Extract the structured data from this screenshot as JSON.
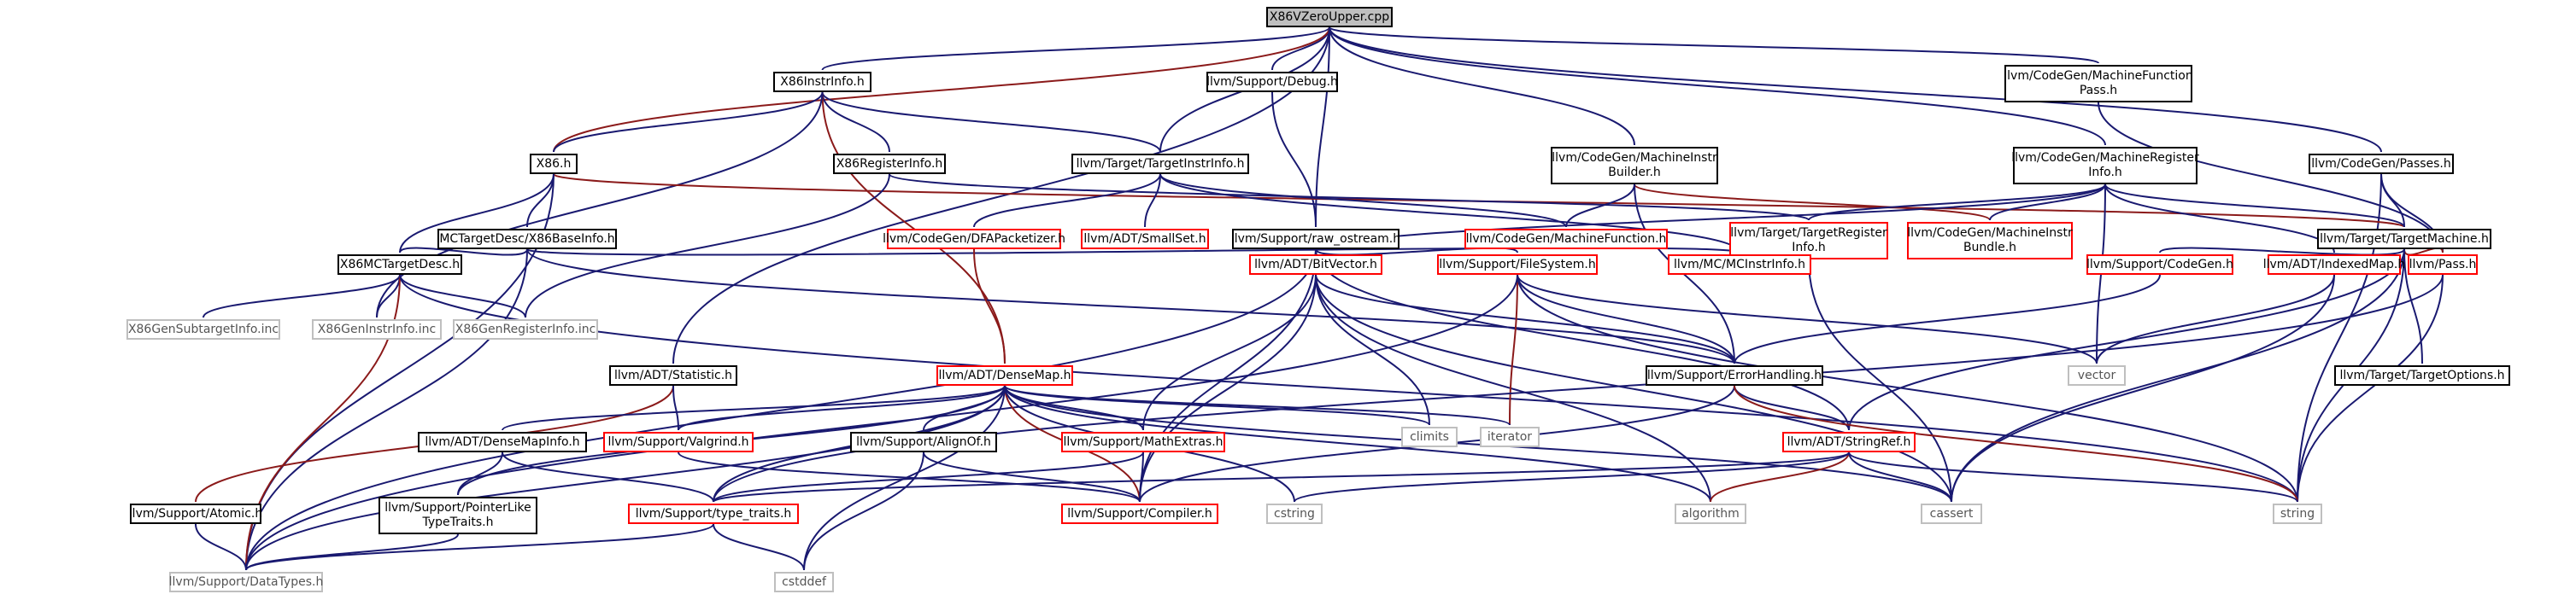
{
  "diagram": {
    "nodes": [
      {
        "id": "root",
        "label": "X86VZeroUpper.cpp",
        "style": "root"
      },
      {
        "id": "x86instrinfo",
        "label": "X86InstrInfo.h",
        "style": "black"
      },
      {
        "id": "debug",
        "label": "llvm/Support/Debug.h",
        "style": "black"
      },
      {
        "id": "mfpass",
        "label": "llvm/CodeGen/MachineFunction\nPass.h",
        "style": "black"
      },
      {
        "id": "passes",
        "label": "llvm/CodeGen/Passes.h",
        "style": "black"
      },
      {
        "id": "x86h",
        "label": "X86.h",
        "style": "black"
      },
      {
        "id": "x86reginfo",
        "label": "X86RegisterInfo.h",
        "style": "black"
      },
      {
        "id": "tii",
        "label": "llvm/Target/TargetInstrInfo.h",
        "style": "black"
      },
      {
        "id": "mib",
        "label": "llvm/CodeGen/MachineInstr\nBuilder.h",
        "style": "black"
      },
      {
        "id": "mri",
        "label": "llvm/CodeGen/MachineRegister\nInfo.h",
        "style": "black"
      },
      {
        "id": "tm",
        "label": "llvm/Target/TargetMachine.h",
        "style": "black"
      },
      {
        "id": "x86baseinfo",
        "label": "MCTargetDesc/X86BaseInfo.h",
        "style": "black"
      },
      {
        "id": "dfa",
        "label": "llvm/CodeGen/DFAPacketizer.h",
        "style": "red"
      },
      {
        "id": "smallset",
        "label": "llvm/ADT/SmallSet.h",
        "style": "red"
      },
      {
        "id": "rawos",
        "label": "llvm/Support/raw_ostream.h",
        "style": "black"
      },
      {
        "id": "mf",
        "label": "llvm/CodeGen/MachineFunction.h",
        "style": "red"
      },
      {
        "id": "tri",
        "label": "llvm/Target/TargetRegister\nInfo.h",
        "style": "red"
      },
      {
        "id": "mibundle",
        "label": "llvm/CodeGen/MachineInstr\nBundle.h",
        "style": "red"
      },
      {
        "id": "x86mcdesc",
        "label": "X86MCTargetDesc.h",
        "style": "black"
      },
      {
        "id": "bitvector",
        "label": "llvm/ADT/BitVector.h",
        "style": "red"
      },
      {
        "id": "filesystem",
        "label": "llvm/Support/FileSystem.h",
        "style": "red"
      },
      {
        "id": "mcinstrinfo",
        "label": "llvm/MC/MCInstrInfo.h",
        "style": "red"
      },
      {
        "id": "codegen",
        "label": "llvm/Support/CodeGen.h",
        "style": "red"
      },
      {
        "id": "indexedmap",
        "label": "llvm/ADT/IndexedMap.h",
        "style": "red"
      },
      {
        "id": "pass",
        "label": "llvm/Pass.h",
        "style": "red"
      },
      {
        "id": "subtargetinc",
        "label": "X86GenSubtargetInfo.inc",
        "style": "gray"
      },
      {
        "id": "instrinc",
        "label": "X86GenInstrInfo.inc",
        "style": "gray"
      },
      {
        "id": "reginc",
        "label": "X86GenRegisterInfo.inc",
        "style": "gray"
      },
      {
        "id": "statistic",
        "label": "llvm/ADT/Statistic.h",
        "style": "black"
      },
      {
        "id": "densemap",
        "label": "llvm/ADT/DenseMap.h",
        "style": "red"
      },
      {
        "id": "errhandling",
        "label": "llvm/Support/ErrorHandling.h",
        "style": "black"
      },
      {
        "id": "vector",
        "label": "vector",
        "style": "gray"
      },
      {
        "id": "targetoptions",
        "label": "llvm/Target/TargetOptions.h",
        "style": "black"
      },
      {
        "id": "climits",
        "label": "climits",
        "style": "gray"
      },
      {
        "id": "iterator",
        "label": "iterator",
        "style": "gray"
      },
      {
        "id": "densemapinfo",
        "label": "llvm/ADT/DenseMapInfo.h",
        "style": "black"
      },
      {
        "id": "valgrind",
        "label": "llvm/Support/Valgrind.h",
        "style": "red"
      },
      {
        "id": "alignof",
        "label": "llvm/Support/AlignOf.h",
        "style": "black"
      },
      {
        "id": "mathextras",
        "label": "llvm/Support/MathExtras.h",
        "style": "red"
      },
      {
        "id": "stringref",
        "label": "llvm/ADT/StringRef.h",
        "style": "red"
      },
      {
        "id": "atomic",
        "label": "llvm/Support/Atomic.h",
        "style": "black"
      },
      {
        "id": "ptrlike",
        "label": "llvm/Support/PointerLike\nTypeTraits.h",
        "style": "black"
      },
      {
        "id": "typetraits",
        "label": "llvm/Support/type_traits.h",
        "style": "red"
      },
      {
        "id": "compiler",
        "label": "llvm/Support/Compiler.h",
        "style": "red"
      },
      {
        "id": "cstring",
        "label": "cstring",
        "style": "gray"
      },
      {
        "id": "algorithm",
        "label": "algorithm",
        "style": "gray"
      },
      {
        "id": "cassert",
        "label": "cassert",
        "style": "gray"
      },
      {
        "id": "string",
        "label": "string",
        "style": "gray"
      },
      {
        "id": "datatypes",
        "label": "llvm/Support/DataTypes.h",
        "style": "gray"
      },
      {
        "id": "cstddef",
        "label": "cstddef",
        "style": "gray"
      }
    ],
    "edges": [
      [
        "root",
        "x86instrinfo"
      ],
      [
        "root",
        "debug"
      ],
      [
        "root",
        "mfpass"
      ],
      [
        "root",
        "passes"
      ],
      [
        "root",
        "x86h"
      ],
      [
        "root",
        "tii"
      ],
      [
        "root",
        "mib"
      ],
      [
        "root",
        "mri"
      ],
      [
        "root",
        "rawos"
      ],
      [
        "root",
        "statistic"
      ],
      [
        "x86instrinfo",
        "x86h"
      ],
      [
        "x86instrinfo",
        "x86reginfo"
      ],
      [
        "x86instrinfo",
        "tii"
      ],
      [
        "x86instrinfo",
        "densemap"
      ],
      [
        "x86instrinfo",
        "instrinc"
      ],
      [
        "debug",
        "rawos"
      ],
      [
        "mfpass",
        "pass"
      ],
      [
        "passes",
        "tm"
      ],
      [
        "passes",
        "pass"
      ],
      [
        "passes",
        "string"
      ],
      [
        "x86h",
        "x86baseinfo"
      ],
      [
        "x86h",
        "x86mcdesc"
      ],
      [
        "x86h",
        "tm"
      ],
      [
        "x86h",
        "datatypes"
      ],
      [
        "x86reginfo",
        "tri"
      ],
      [
        "x86reginfo",
        "reginc"
      ],
      [
        "tii",
        "dfa"
      ],
      [
        "tii",
        "smallset"
      ],
      [
        "tii",
        "mf"
      ],
      [
        "tii",
        "mcinstrinfo"
      ],
      [
        "mib",
        "mf"
      ],
      [
        "mib",
        "mibundle"
      ],
      [
        "mib",
        "errhandling"
      ],
      [
        "mri",
        "tri"
      ],
      [
        "mri",
        "mibundle"
      ],
      [
        "mri",
        "bitvector"
      ],
      [
        "mri",
        "indexedmap"
      ],
      [
        "mri",
        "vector"
      ],
      [
        "mri",
        "tm"
      ],
      [
        "tm",
        "codegen"
      ],
      [
        "tm",
        "pass"
      ],
      [
        "tm",
        "targetoptions"
      ],
      [
        "tm",
        "cassert"
      ],
      [
        "tm",
        "string"
      ],
      [
        "tm",
        "stringref"
      ],
      [
        "x86baseinfo",
        "x86mcdesc"
      ],
      [
        "x86baseinfo",
        "mcinstrinfo"
      ],
      [
        "x86baseinfo",
        "errhandling"
      ],
      [
        "x86baseinfo",
        "datatypes"
      ],
      [
        "dfa",
        "densemap"
      ],
      [
        "rawos",
        "filesystem"
      ],
      [
        "rawos",
        "stringref"
      ],
      [
        "rawos",
        "compiler"
      ],
      [
        "rawos",
        "datatypes"
      ],
      [
        "tri",
        "cassert"
      ],
      [
        "x86mcdesc",
        "subtargetinc"
      ],
      [
        "x86mcdesc",
        "instrinc"
      ],
      [
        "x86mcdesc",
        "reginc"
      ],
      [
        "x86mcdesc",
        "datatypes"
      ],
      [
        "x86mcdesc",
        "string"
      ],
      [
        "bitvector",
        "mathextras"
      ],
      [
        "bitvector",
        "errhandling"
      ],
      [
        "bitvector",
        "algorithm"
      ],
      [
        "bitvector",
        "climits"
      ],
      [
        "bitvector",
        "cassert"
      ],
      [
        "bitvector",
        "compiler"
      ],
      [
        "filesystem",
        "errhandling"
      ],
      [
        "filesystem",
        "iterator"
      ],
      [
        "filesystem",
        "vector"
      ],
      [
        "filesystem",
        "datatypes"
      ],
      [
        "filesystem",
        "string"
      ],
      [
        "codegen",
        "errhandling"
      ],
      [
        "indexedmap",
        "vector"
      ],
      [
        "indexedmap",
        "cassert"
      ],
      [
        "pass",
        "string"
      ],
      [
        "pass",
        "typetraits"
      ],
      [
        "statistic",
        "atomic"
      ],
      [
        "statistic",
        "valgrind"
      ],
      [
        "densemap",
        "densemapinfo"
      ],
      [
        "densemap",
        "valgrind"
      ],
      [
        "densemap",
        "alignof"
      ],
      [
        "densemap",
        "mathextras"
      ],
      [
        "densemap",
        "climits"
      ],
      [
        "densemap",
        "iterator"
      ],
      [
        "densemap",
        "typetraits"
      ],
      [
        "densemap",
        "compiler"
      ],
      [
        "densemap",
        "cstring"
      ],
      [
        "densemap",
        "algorithm"
      ],
      [
        "densemap",
        "cassert"
      ],
      [
        "densemap",
        "cstddef"
      ],
      [
        "densemap",
        "ptrlike"
      ],
      [
        "densemap",
        "datatypes"
      ],
      [
        "errhandling",
        "stringref"
      ],
      [
        "errhandling",
        "compiler"
      ],
      [
        "errhandling",
        "string"
      ],
      [
        "densemapinfo",
        "ptrlike"
      ],
      [
        "densemapinfo",
        "typetraits"
      ],
      [
        "valgrind",
        "compiler"
      ],
      [
        "alignof",
        "compiler"
      ],
      [
        "alignof",
        "cstddef"
      ],
      [
        "mathextras",
        "compiler"
      ],
      [
        "mathextras",
        "typetraits"
      ],
      [
        "stringref",
        "typetraits"
      ],
      [
        "stringref",
        "algorithm"
      ],
      [
        "stringref",
        "cassert"
      ],
      [
        "stringref",
        "string"
      ],
      [
        "stringref",
        "cstring"
      ],
      [
        "atomic",
        "datatypes"
      ],
      [
        "ptrlike",
        "datatypes"
      ],
      [
        "typetraits",
        "datatypes"
      ],
      [
        "typetraits",
        "cstddef"
      ]
    ],
    "colors": {
      "edge": "#191970",
      "edge_alt": "#8b1a1a",
      "root_fill": "#bfbfbf",
      "red_border": "#ff0000",
      "gray_border": "#bfbfbf"
    }
  }
}
